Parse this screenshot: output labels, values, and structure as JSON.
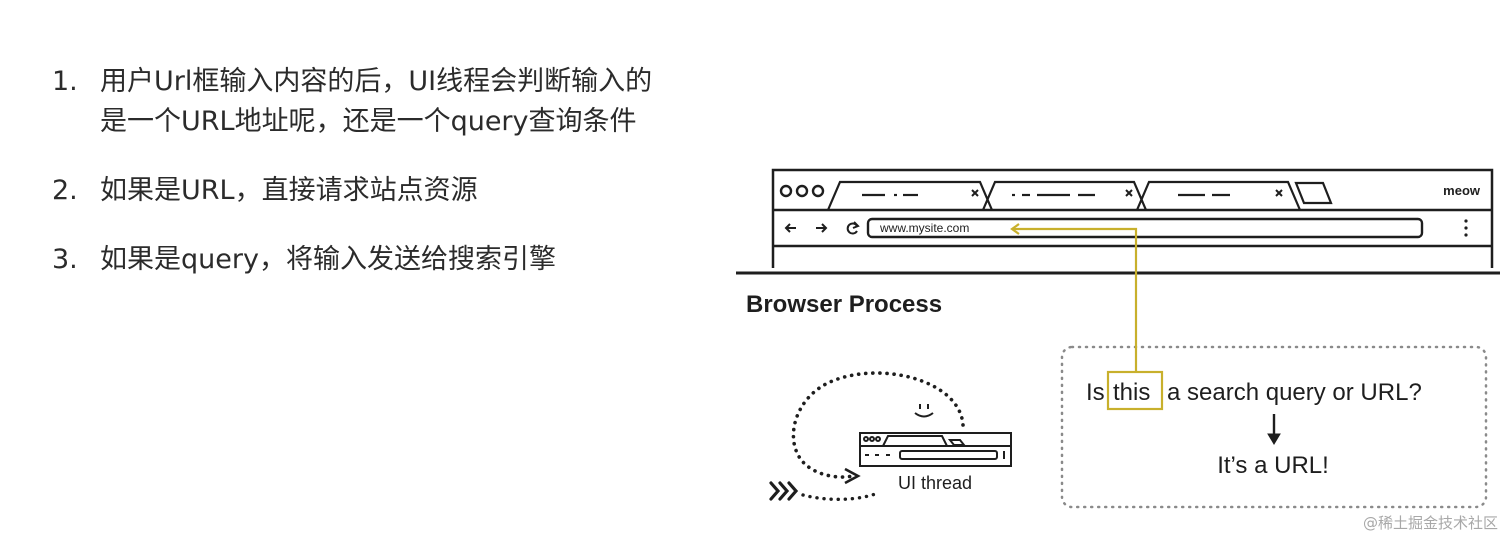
{
  "steps": [
    {
      "num": "1.",
      "text": "用户Url框输入内容的后，UI线程会判断输入的是一个URL地址呢，还是一个query查询条件"
    },
    {
      "num": "2.",
      "text": "如果是URL，直接请求站点资源"
    },
    {
      "num": "3.",
      "text": "如果是query，将输入发送给搜索引擎"
    }
  ],
  "browser": {
    "profile_label": "meow",
    "address": "www.mysite.com"
  },
  "process_title": "Browser Process",
  "question": {
    "prefix": "Is",
    "highlight": "this",
    "suffix": "a search query or URL?",
    "answer": "It’s a URL!"
  },
  "ui_thread_label": "UI thread",
  "watermark": "@稀土掘金技术社区",
  "colors": {
    "highlight": "#c8b02c",
    "ink": "#1e1e1e",
    "dotted": "#8a8a8a"
  }
}
